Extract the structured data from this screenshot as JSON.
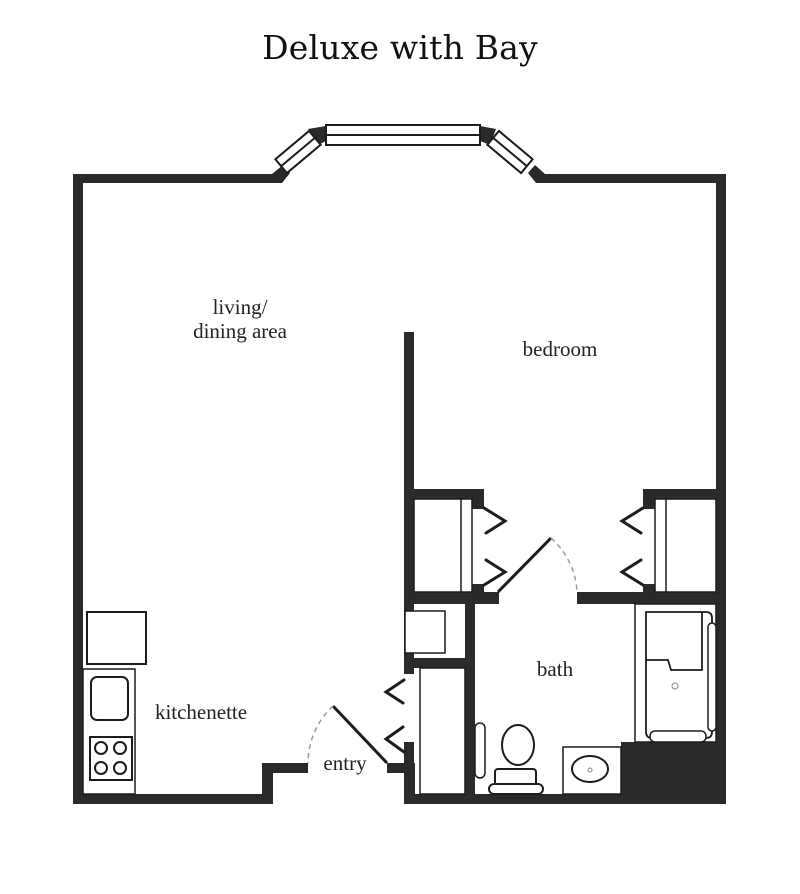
{
  "title": "Deluxe with Bay",
  "colors": {
    "wall": "#2b2a2b",
    "line": "#1c1c1c",
    "background": "#ffffff",
    "door_swing": "#9a9a9a"
  },
  "rooms": {
    "living": {
      "line1": "living/",
      "line2": "dining area"
    },
    "bedroom": {
      "label": "bedroom"
    },
    "bath": {
      "label": "bath"
    },
    "kitchenette": {
      "label": "kitchenette"
    },
    "entry": {
      "label": "entry"
    }
  },
  "features": {
    "bay_window": "bay-window",
    "closets": [
      "living-closet",
      "bedroom-closet-left",
      "bedroom-closet-right",
      "entry-closet"
    ],
    "fixtures": [
      "refrigerator",
      "sink",
      "stove",
      "toilet",
      "vanity-sink",
      "shower",
      "washer-dryer"
    ]
  }
}
